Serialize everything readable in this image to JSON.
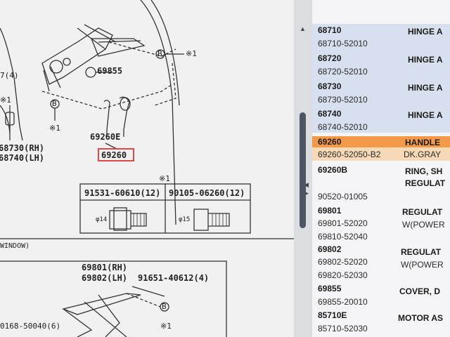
{
  "diagram": {
    "labels": {
      "l_69855": "69855",
      "l_69260e": "69260E",
      "l_69260": "69260",
      "l_68730": "68730(RH)",
      "l_68740": "68740(LH)",
      "l_7_4": "7(4)",
      "l_b1": "B",
      "l_b2": "B",
      "l_b3": "B",
      "l_x1a": "※1",
      "l_x1b": "※1",
      "l_x1c": "※1",
      "l_x1d": "※1",
      "l_x1e": "※1",
      "l_bolt1": "91531-60610(12)",
      "l_bolt2": "90105-06260(12)",
      "l_phi14": "φ14",
      "l_phi15": "φ15",
      "l_window": "WINDOW)",
      "l_69801": "69801(RH)",
      "l_69802": "69802(LH)",
      "l_91651": "91651-40612(4)",
      "l_0168": "0168-50040(6)"
    }
  },
  "scroll": {
    "up": "▲",
    "mid": "◀",
    "mid2": "▶"
  },
  "parts": [
    {
      "code": "68710",
      "part_no": "68710-52010",
      "desc": "HINGE A",
      "desc2": ""
    },
    {
      "code": "68720",
      "part_no": "68720-52010",
      "desc": "HINGE A",
      "desc2": ""
    },
    {
      "code": "68730",
      "part_no": "68730-52010",
      "desc": "HINGE A",
      "desc2": ""
    },
    {
      "code": "68740",
      "part_no": "68740-52010",
      "desc": "HINGE A",
      "desc2": ""
    },
    {
      "code": "69260",
      "part_no": "69260-52050-B2",
      "desc": "HANDLE",
      "desc2": "DK.GRAY"
    },
    {
      "code": "69260B",
      "part_no": "90520-01005",
      "desc": "RING, SH",
      "desc2": "REGULAT"
    },
    {
      "code": "69801",
      "part_no": "69801-52020",
      "part_no2": "69810-52040",
      "desc": "REGULAT",
      "desc2": "W(POWER"
    },
    {
      "code": "69802",
      "part_no": "69802-52020",
      "part_no2": "69820-52030",
      "desc": "REGULAT",
      "desc2": "W(POWER"
    },
    {
      "code": "69855",
      "part_no": "69855-20010",
      "desc": "COVER, D",
      "desc2": ""
    },
    {
      "code": "85710E",
      "part_no": "85710-52030",
      "desc": "MOTOR AS",
      "desc2": ""
    }
  ]
}
